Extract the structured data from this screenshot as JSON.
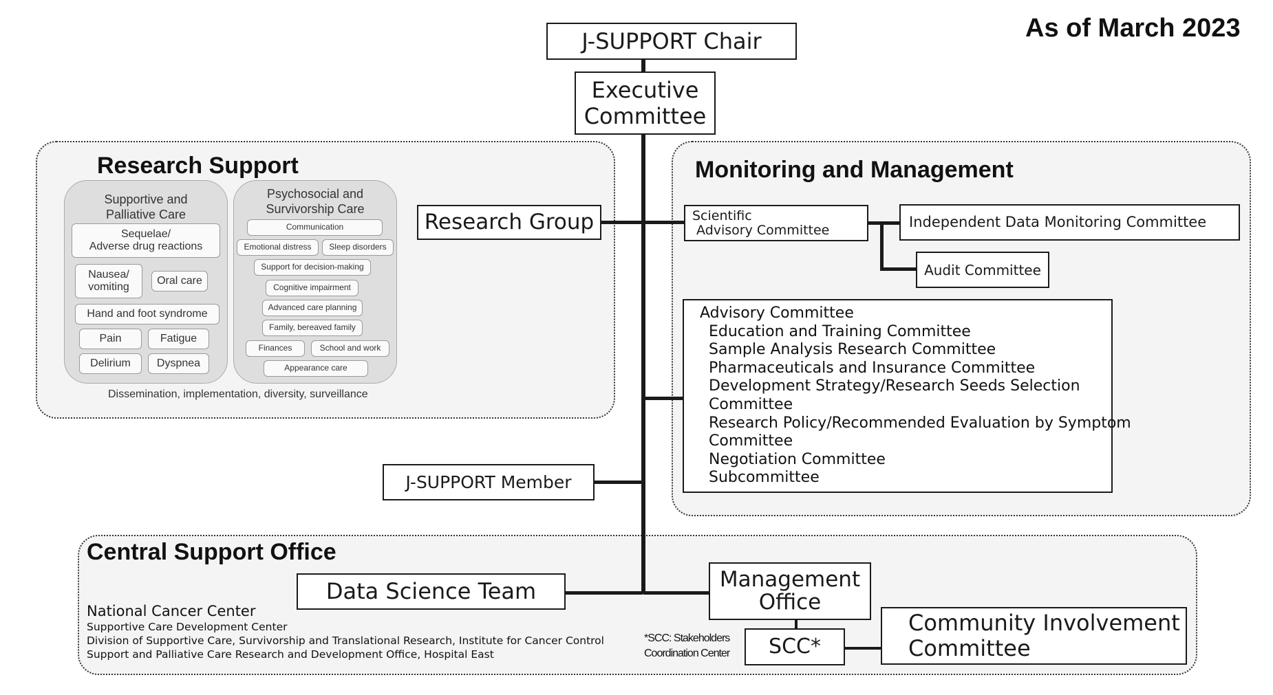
{
  "as_of": "As of March 2023",
  "top": {
    "chair": "J-SUPPORT Chair",
    "executive_line1": "Executive",
    "executive_line2": "Committee"
  },
  "research_support": {
    "title": "Research Support",
    "research_group": "Research Group",
    "supportive": {
      "title_line1": "Supportive and",
      "title_line2": "Palliative Care",
      "sequelae_line1": "Sequelae/",
      "sequelae_line2": "Adverse drug reactions",
      "nausea_line1": "Nausea/",
      "nausea_line2": "vomiting",
      "oral_care": "Oral care",
      "hand_foot": "Hand and foot syndrome",
      "pain": "Pain",
      "fatigue": "Fatigue",
      "delirium": "Delirium",
      "dyspnea": "Dyspnea"
    },
    "psychosocial": {
      "title_line1": "Psychosocial and",
      "title_line2": "Survivorship Care",
      "communication": "Communication",
      "emotional_distress": "Emotional distress",
      "sleep_disorders": "Sleep disorders",
      "decision_making": "Support for decision-making",
      "cognitive": "Cognitive impairment",
      "advanced_care": "Advanced care planning",
      "family": "Family, bereaved family",
      "finances": "Finances",
      "school_work": "School and work",
      "appearance": "Appearance care"
    },
    "footer": "Dissemination, implementation, diversity, surveillance"
  },
  "monitoring": {
    "title": "Monitoring and Management",
    "scientific_line1": "Scientific",
    "scientific_line2": " Advisory Committee",
    "idmc": "Independent Data Monitoring Committee",
    "audit": "Audit Committee",
    "advisory": {
      "heading": "Advisory Committee",
      "items": [
        "Education and Training Committee",
        "Sample Analysis Research Committee",
        "Pharmaceuticals and Insurance Committee",
        "Development Strategy/Research Seeds Selection",
        "Committee",
        "Research Policy/Recommended Evaluation by Symptom",
        "Committee",
        "Negotiation Committee",
        "Subcommittee"
      ]
    }
  },
  "member": "J-SUPPORT Member",
  "central": {
    "title": "Central Support Office",
    "data_science": "Data Science Team",
    "management_line1": "Management",
    "management_line2": "Office",
    "scc": "SCC*",
    "scc_note_line1": "*SCC: Stakeholders",
    "scc_note_line2": "Coordination Center",
    "community_line1": "Community Involvement",
    "community_line2": "Committee",
    "ncc_title": "National Cancer Center",
    "ncc_items": [
      "Supportive Care Development Center",
      "Division of Supportive Care, Survivorship and Translational Research, Institute for Cancer Control",
      "Support and Palliative Care Research and Development Office, Hospital East"
    ]
  }
}
